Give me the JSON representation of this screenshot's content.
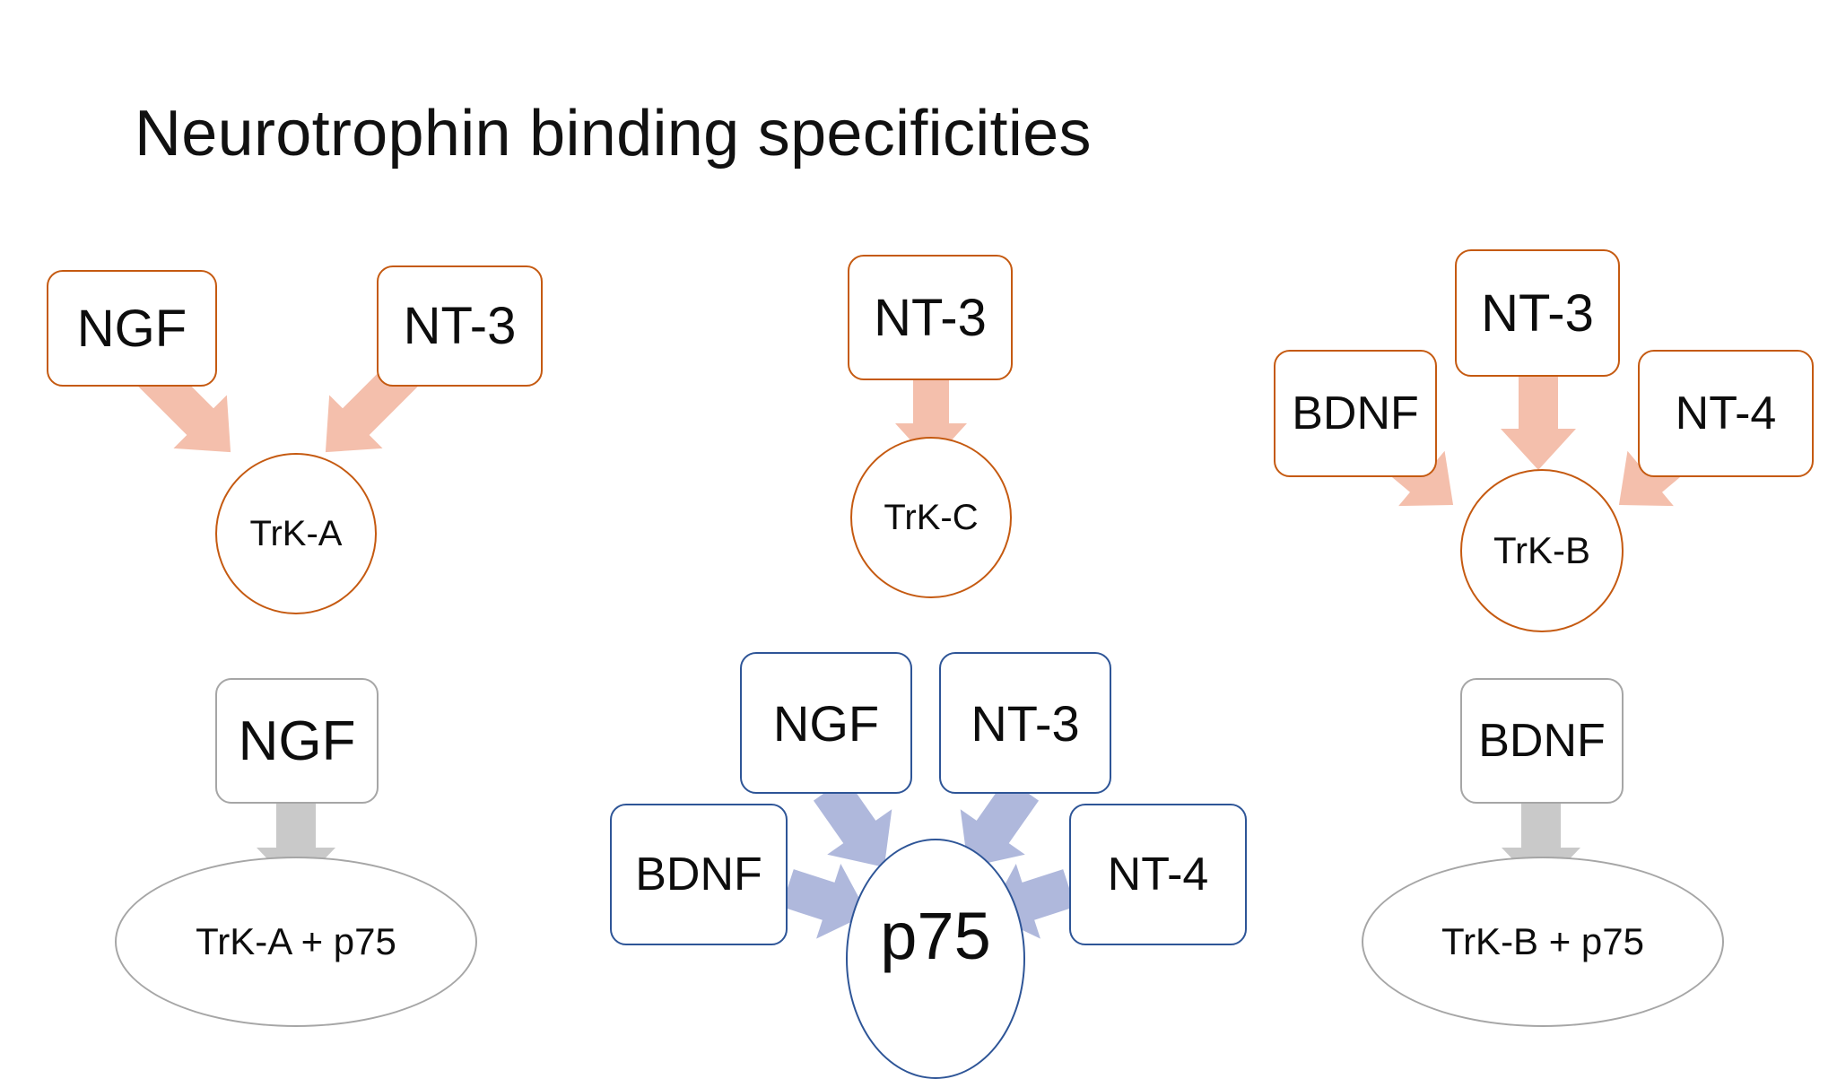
{
  "slide": {
    "title": "Neurotrophin binding specificities",
    "background": "#ffffff"
  },
  "colors": {
    "orange_stroke": "#C55A11",
    "orange_arrow": "#F4BFAC",
    "blue_stroke": "#2E5597",
    "blue_arrow": "#AFB8DC",
    "gray_stroke": "#A6A6A6",
    "gray_arrow": "#C9C9C9",
    "text": "#0d0d0d"
  },
  "groups": [
    {
      "id": "trka",
      "family": "trk",
      "accent": "#C55A11",
      "arrow_fill": "#F4BFAC",
      "receptor": "TrK-A",
      "ligands": [
        "NGF",
        "NT-3"
      ]
    },
    {
      "id": "trkc",
      "family": "trk",
      "accent": "#C55A11",
      "arrow_fill": "#F4BFAC",
      "receptor": "TrK-C",
      "ligands": [
        "NT-3"
      ]
    },
    {
      "id": "trkb",
      "family": "trk",
      "accent": "#C55A11",
      "arrow_fill": "#F4BFAC",
      "receptor": "TrK-B",
      "ligands": [
        "BDNF",
        "NT-3",
        "NT-4"
      ]
    },
    {
      "id": "trka-p75",
      "family": "p75-complex",
      "accent": "#A6A6A6",
      "arrow_fill": "#C9C9C9",
      "receptor": "TrK-A + p75",
      "ligands": [
        "NGF"
      ]
    },
    {
      "id": "p75",
      "family": "p75",
      "accent": "#2E5597",
      "arrow_fill": "#AFB8DC",
      "receptor": "p75",
      "ligands": [
        "NGF",
        "NT-3",
        "BDNF",
        "NT-4"
      ]
    },
    {
      "id": "trkb-p75",
      "family": "p75-complex",
      "accent": "#A6A6A6",
      "arrow_fill": "#C9C9C9",
      "receptor": "TrK-B + p75",
      "ligands": [
        "BDNF"
      ]
    }
  ],
  "nodes": {
    "ngf_trka": "NGF",
    "nt3_trka": "NT-3",
    "trka": "TrK-A",
    "nt3_trkc": "NT-3",
    "trkc": "TrK-C",
    "bdnf_trkb": "BDNF",
    "nt3_trkb": "NT-3",
    "nt4_trkb": "NT-4",
    "trkb": "TrK-B",
    "ngf_p75a": "NGF",
    "trka_p75": "TrK-A + p75",
    "ngf_p75": "NGF",
    "nt3_p75": "NT-3",
    "bdnf_p75": "BDNF",
    "nt4_p75": "NT-4",
    "p75": "p75",
    "bdnf_p75b": "BDNF",
    "trkb_p75": "TrK-B + p75"
  }
}
